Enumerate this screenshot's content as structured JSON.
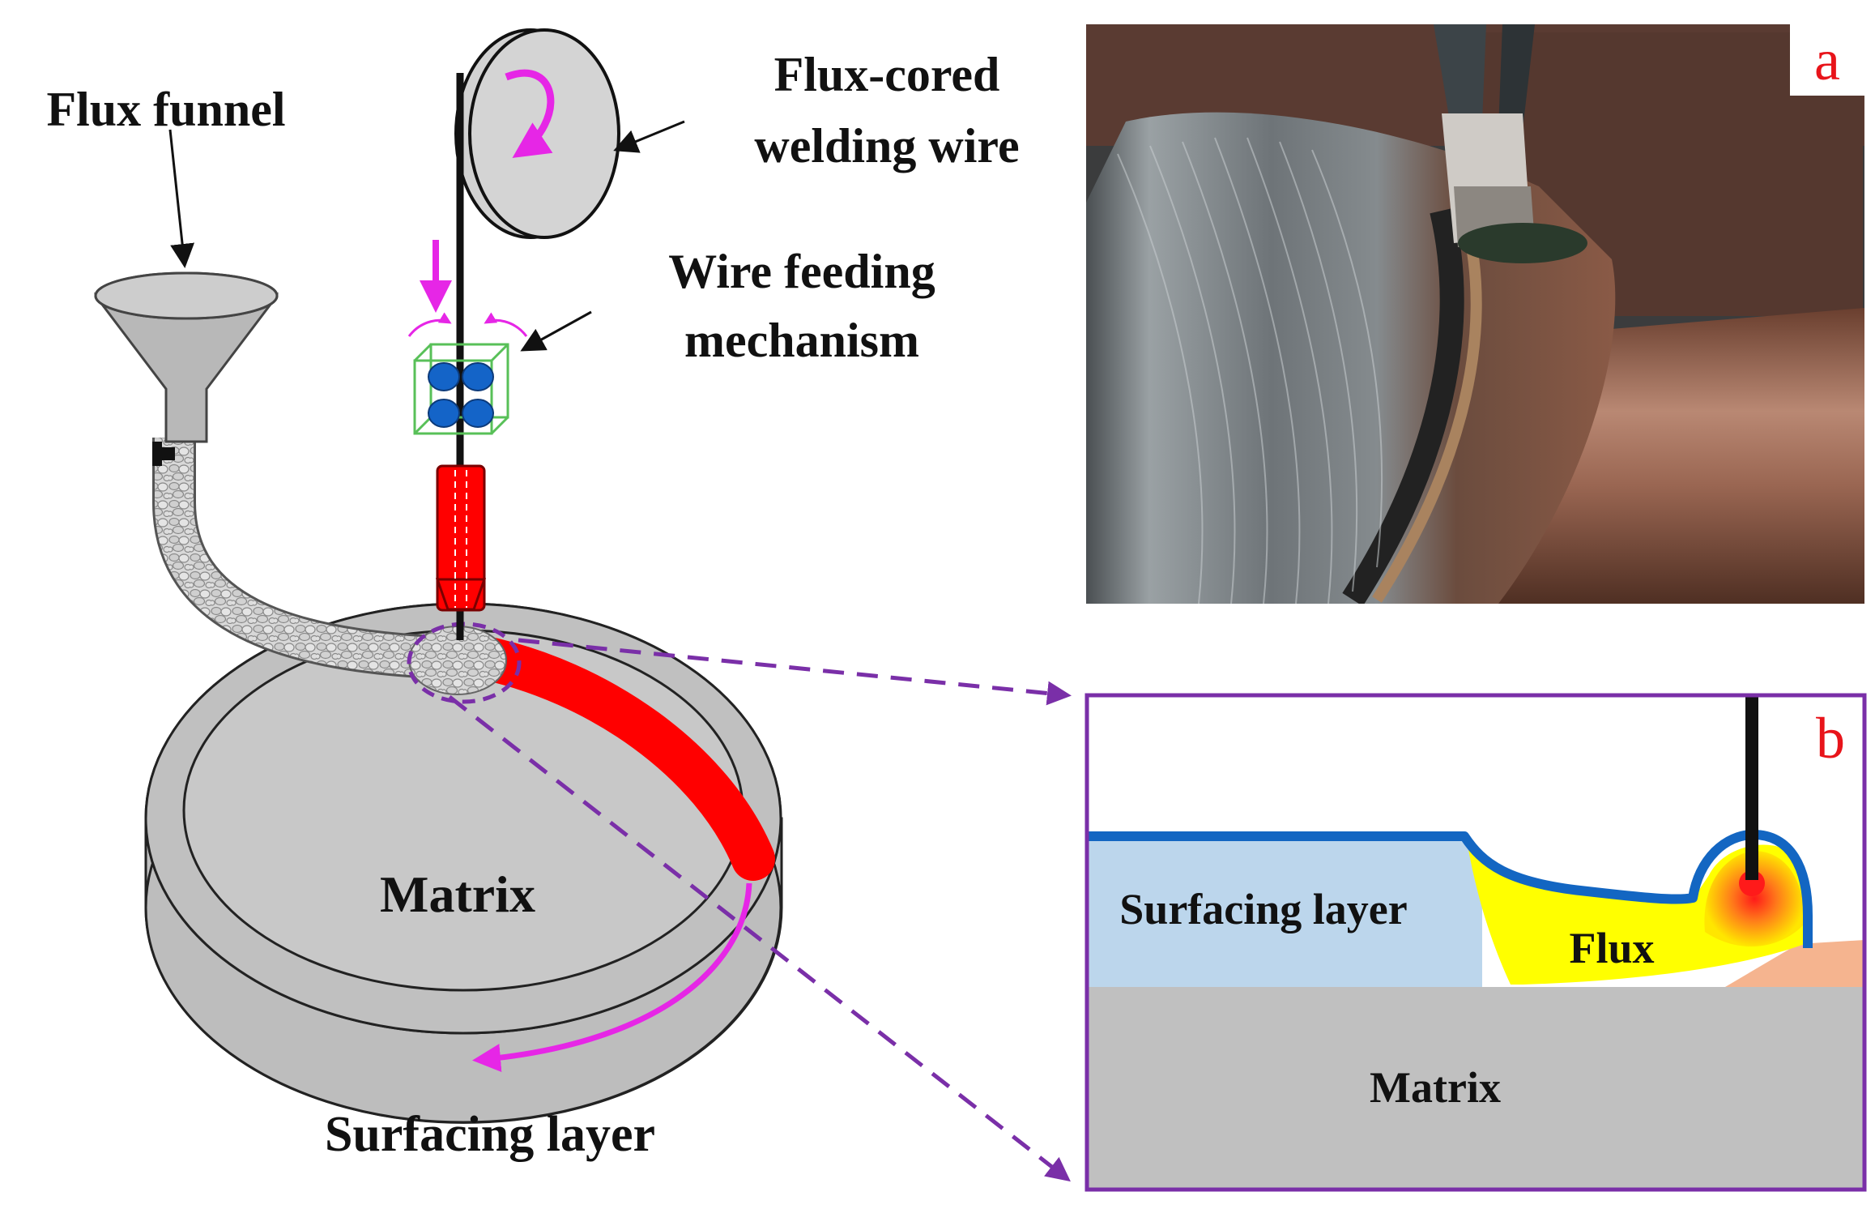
{
  "labels": {
    "flux_funnel": "Flux funnel",
    "wire_line1": "Flux-cored",
    "wire_line2": "welding wire",
    "feed_line1": "Wire feeding",
    "feed_line2": "mechanism",
    "matrix_main": "Matrix",
    "surfacing_main": "Surfacing layer",
    "panel_a": "a",
    "panel_b": "b",
    "inset_surfacing": "Surfacing layer",
    "inset_flux": "Flux",
    "inset_matrix": "Matrix"
  },
  "colors": {
    "bead": "#ff0000",
    "motion_arrow": "#e626e6",
    "leader_dashes": "#7a2fa8",
    "inset_border": "#7a2fa8",
    "roller": "#1464c8",
    "roller_frame": "#58c058",
    "slag_line": "#1366c2",
    "flux_fill": "#ffff00",
    "surfacing_fill": "#bcd6ec",
    "matrix_fill": "#c0c0c0",
    "molten_core": "#ff1a1a",
    "base_metal": "#f5b48f"
  }
}
